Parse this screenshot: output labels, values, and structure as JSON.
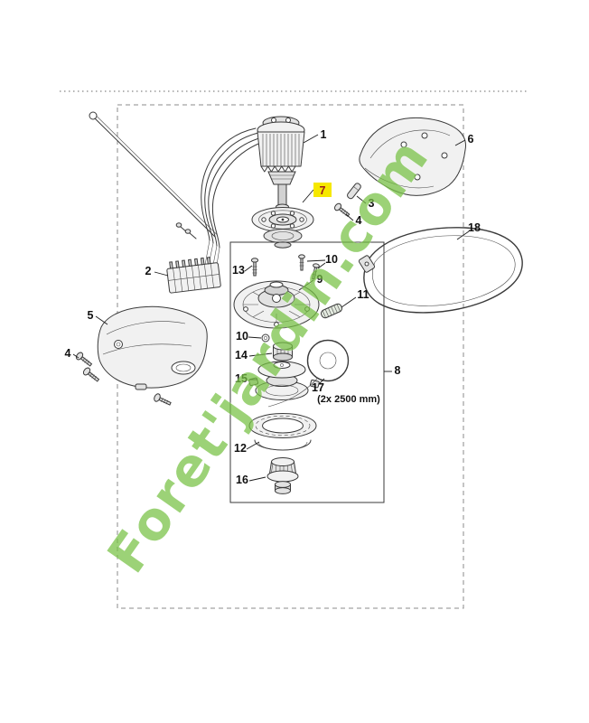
{
  "diagram": {
    "watermark": "Foret'jardin.com",
    "note_17": "(2x 2500 mm)",
    "colors": {
      "line": "#3a3a3a",
      "fill_light": "#f1f1f1",
      "fill_mid": "#e2e2e2",
      "highlight_bg": "#f6e800",
      "highlight_text": "#9b1c1c",
      "watermark_green": "#76c043"
    },
    "callouts": {
      "c1": "1",
      "c2": "2",
      "c3": "3",
      "c4a": "4",
      "c4b": "4",
      "c5": "5",
      "c6": "6",
      "c7": "7",
      "c8": "8",
      "c9": "9",
      "c10a": "10",
      "c10b": "10",
      "c11": "11",
      "c12": "12",
      "c13": "13",
      "c14": "14",
      "c15": "15",
      "c16": "16",
      "c17": "17",
      "c18": "18"
    }
  }
}
